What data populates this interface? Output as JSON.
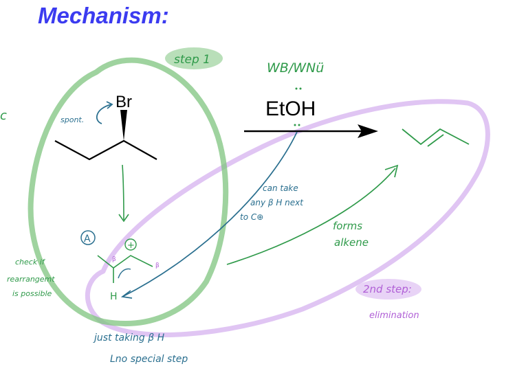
{
  "title": "Mechanism:",
  "colors": {
    "title": "#3b3bf0",
    "green_marker": "#7fc47f",
    "green_ink": "#2f9a4a",
    "blue_ink": "#2a6f8f",
    "purple_marker": "#d8b6f0",
    "purple_ink": "#b05fd6"
  },
  "labels": {
    "left_edge": "c",
    "step1": "step 1",
    "reagent_type": "WB/WNü",
    "solvent": "EtOH",
    "bromine": "Br",
    "spont": "spont.",
    "carbocation_marker": "A",
    "plus_charge": "+",
    "beta_1": "β",
    "beta_2": "β",
    "hydrogen": "H",
    "can_take_1": "can take",
    "can_take_2": "any β H next",
    "can_take_3": "to C⊕",
    "forms_1": "forms",
    "forms_2": "alkene",
    "check_1": "check if",
    "check_2": "rearrangemt",
    "check_3": "is possible",
    "just_taking": "just taking β H",
    "no_special": "Lno special step",
    "step2": "2nd step:",
    "elimination": "elimination"
  }
}
